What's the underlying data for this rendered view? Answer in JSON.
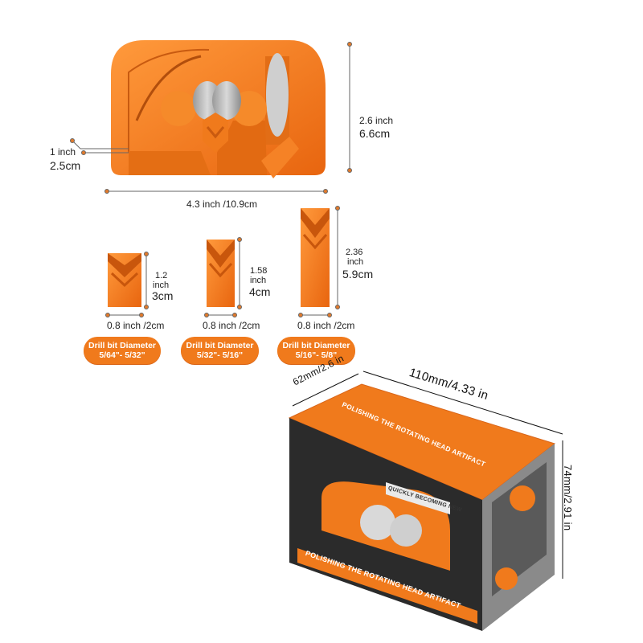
{
  "sharpener": {
    "depth_label_1": "1 inch",
    "depth_label_2": "2.5cm",
    "height_label_1": "2.6 inch",
    "height_label_2": "6.6cm",
    "width_label": "4.3 inch /10.9cm"
  },
  "inserts": [
    {
      "height_inch": "1.2",
      "height_unit": "inch",
      "height_cm": "3cm",
      "width": "0.8 inch /2cm",
      "pill_line1": "Drill bit Diameter",
      "pill_line2": "5/64\"- 5/32\""
    },
    {
      "height_inch": "1.58",
      "height_unit": "inch",
      "height_cm": "4cm",
      "width": "0.8 inch /2cm",
      "pill_line1": "Drill bit Diameter",
      "pill_line2": "5/32\"- 5/16\""
    },
    {
      "height_inch": "2.36",
      "height_unit": "inch",
      "height_cm": "5.9cm",
      "width": "0.8 inch /2cm",
      "pill_line1": "Drill bit Diameter",
      "pill_line2": "5/16\"- 5/8\""
    }
  ],
  "box": {
    "depth_label": "62mm/2.6 in",
    "width_label": "110mm/4.33 in",
    "height_label": "74mm/2.91 in",
    "top_text": "POLISHING THE ROTATING HEAD ARTIFACT",
    "front_banner": "POLISHING THE ROTATING HEAD ARTIFACT",
    "front_tag": "QUICKLY BECOMING NEW"
  },
  "colors": {
    "orange": "#f07a1c",
    "dark": "#2a2a2a",
    "grey": "#8c8c8c"
  }
}
